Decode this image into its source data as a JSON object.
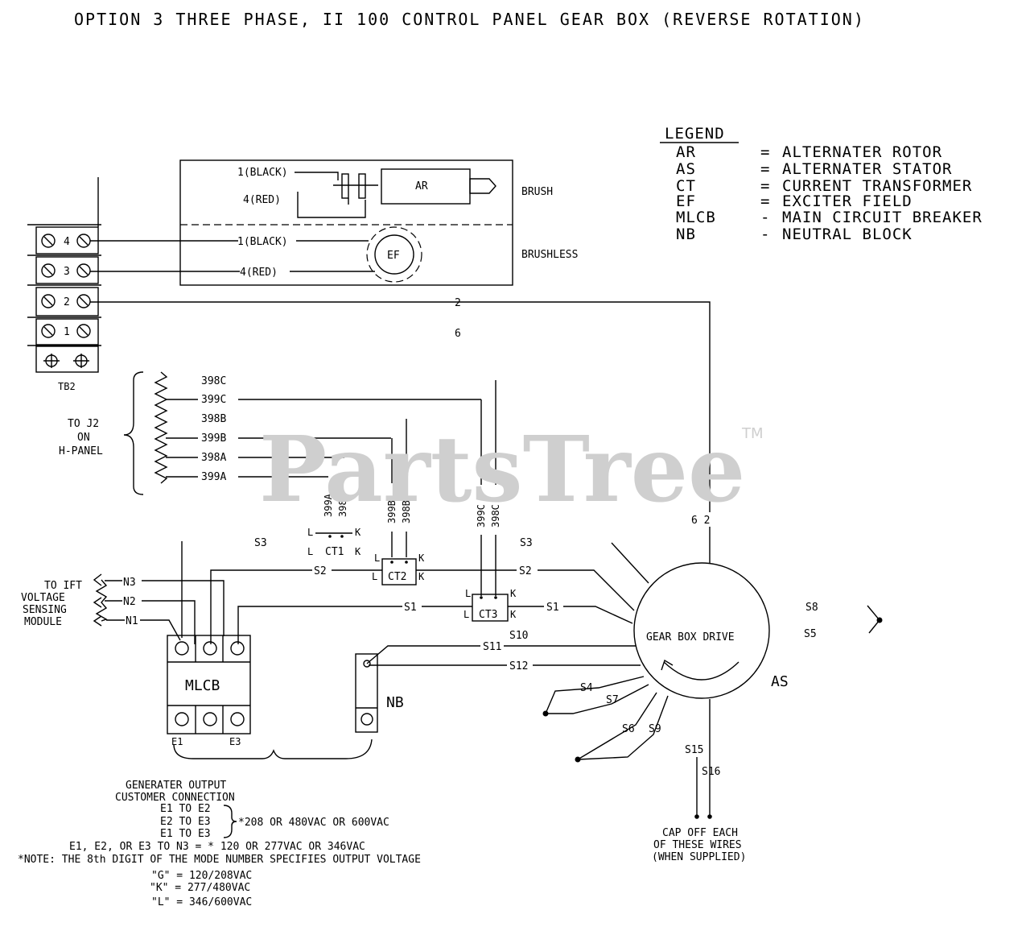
{
  "title": "OPTION 3    THREE PHASE, II 100 CONTROL PANEL GEAR BOX (REVERSE ROTATION)",
  "legend": {
    "heading": "LEGEND",
    "items": [
      {
        "abbr": "AR",
        "sep": "=",
        "desc": "ALTERNATER ROTOR"
      },
      {
        "abbr": "AS",
        "sep": "=",
        "desc": "ALTERNATER STATOR"
      },
      {
        "abbr": "CT",
        "sep": "=",
        "desc": "CURRENT TRANSFORMER"
      },
      {
        "abbr": "EF",
        "sep": "=",
        "desc": "EXCITER FIELD"
      },
      {
        "abbr": "MLCB",
        "sep": "-",
        "desc": "MAIN CIRCUIT BREAKER"
      },
      {
        "abbr": "NB",
        "sep": "-",
        "desc": "NEUTRAL BLOCK"
      }
    ]
  },
  "rotor_box": {
    "brush": "BRUSH",
    "brushless": "BRUSHLESS",
    "ar": "AR",
    "ef": "EF",
    "w1_black_a": "1(BLACK)",
    "w4_red_a": "4(RED)",
    "w1_black_b": "1(BLACK)",
    "w4_red_b": "4(RED)"
  },
  "tb2": {
    "label": "TB2",
    "terminals": [
      "4",
      "3",
      "2",
      "1"
    ]
  },
  "wires": {
    "w2": "2",
    "w6": "6",
    "w62": "6 2",
    "s1a": "S1",
    "s1b": "S1",
    "s2a": "S2",
    "s2b": "S2",
    "s3a": "S3",
    "s3b": "S3",
    "s4": "S4",
    "s5": "S5",
    "s6": "S6",
    "s7": "S7",
    "s8": "S8",
    "s9": "S9",
    "s10": "S10",
    "s11": "S11",
    "s12": "S12",
    "s15": "S15",
    "s16": "S16"
  },
  "j2": {
    "lines": [
      "TO J2",
      "ON",
      "H-PANEL"
    ],
    "leads": [
      "398C",
      "399C",
      "398B",
      "399B",
      "398A",
      "399A"
    ]
  },
  "ct_leads": {
    "a1": "399A",
    "a2": "398A",
    "b1": "399B",
    "b2": "398B",
    "c1": "399C",
    "c2": "398C"
  },
  "ct": {
    "ct1": "CT1",
    "ct2": "CT2",
    "ct3": "CT3",
    "l": "L",
    "k": "K"
  },
  "sensing": {
    "lines": [
      "TO IFT",
      "VOLTAGE",
      "SENSING",
      "MODULE"
    ],
    "leads": [
      "N3",
      "N2",
      "N1"
    ]
  },
  "mlcb": {
    "label": "MLCB",
    "e1": "E1",
    "e3": "E3"
  },
  "nb": {
    "label": "NB"
  },
  "stator": {
    "label": "GEAR BOX DRIVE",
    "as": "AS"
  },
  "cap_note": [
    "CAP OFF EACH",
    "OF THESE WIRES",
    "(WHEN SUPPLIED)"
  ],
  "output": {
    "heading": [
      "GENERATER OUTPUT",
      "CUSTOMER CONNECTION"
    ],
    "pairs": [
      "E1 TO E2",
      "E2 TO E3",
      "E1 TO E3"
    ],
    "pair_voltage": "*208 OR 480VAC OR 600VAC",
    "neutral_line": "E1, E2, OR E3 TO N3 = * 120 OR 277VAC OR 346VAC",
    "note": "*NOTE: THE 8th DIGIT OF THE MODE  NUMBER SPECIFIES OUTPUT VOLTAGE",
    "codes": [
      "\"G\" = 120/208VAC",
      "\"K\" = 277/480VAC",
      "\"L\" = 346/600VAC"
    ]
  },
  "watermark": {
    "text": "PartsTree",
    "tm": "TM"
  }
}
